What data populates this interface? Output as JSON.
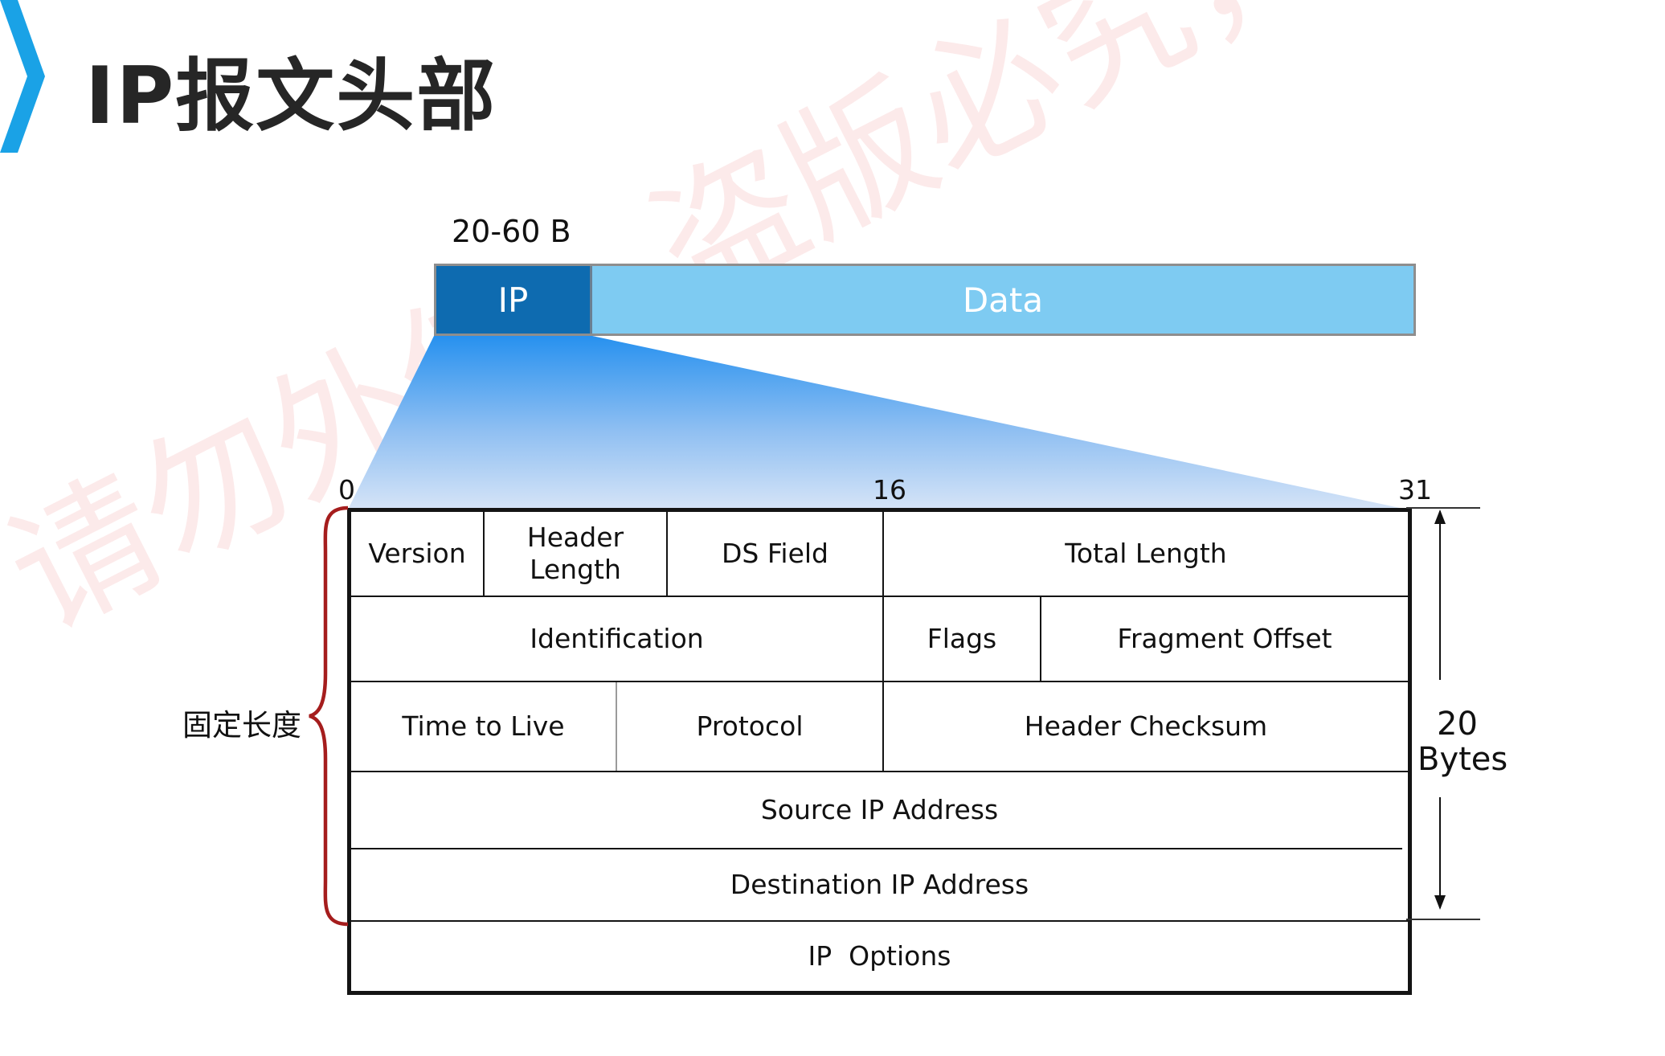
{
  "title": "IP报文头部",
  "packet": {
    "size_label": "20-60 B",
    "ip_label": "IP",
    "data_label": "Data"
  },
  "bits": {
    "start": "0",
    "middle": "16",
    "end": "31"
  },
  "header": {
    "row1": {
      "version": "Version",
      "header_length_line1": "Header",
      "header_length_line2": "Length",
      "ds_field": "DS Field",
      "total_length": "Total Length"
    },
    "row2": {
      "identification": "Identification",
      "flags": "Flags",
      "fragment_offset": "Fragment Offset"
    },
    "row3": {
      "ttl": "Time to Live",
      "protocol": "Protocol",
      "checksum": "Header Checksum"
    },
    "row4": {
      "source": "Source IP Address"
    },
    "row5": {
      "destination": "Destination IP Address"
    },
    "row6": {
      "options": "IP  Options"
    }
  },
  "fixed_length_label": "固定长度",
  "size_annotation": {
    "number": "20",
    "unit": "Bytes"
  },
  "watermark": "请勿外传，盗版必究，千锋Z",
  "colors": {
    "ip_segment": "#0e6bb0",
    "data_segment": "#7ecbf2",
    "brace": "#a51d1d",
    "chevron": "#1aa2e6"
  }
}
